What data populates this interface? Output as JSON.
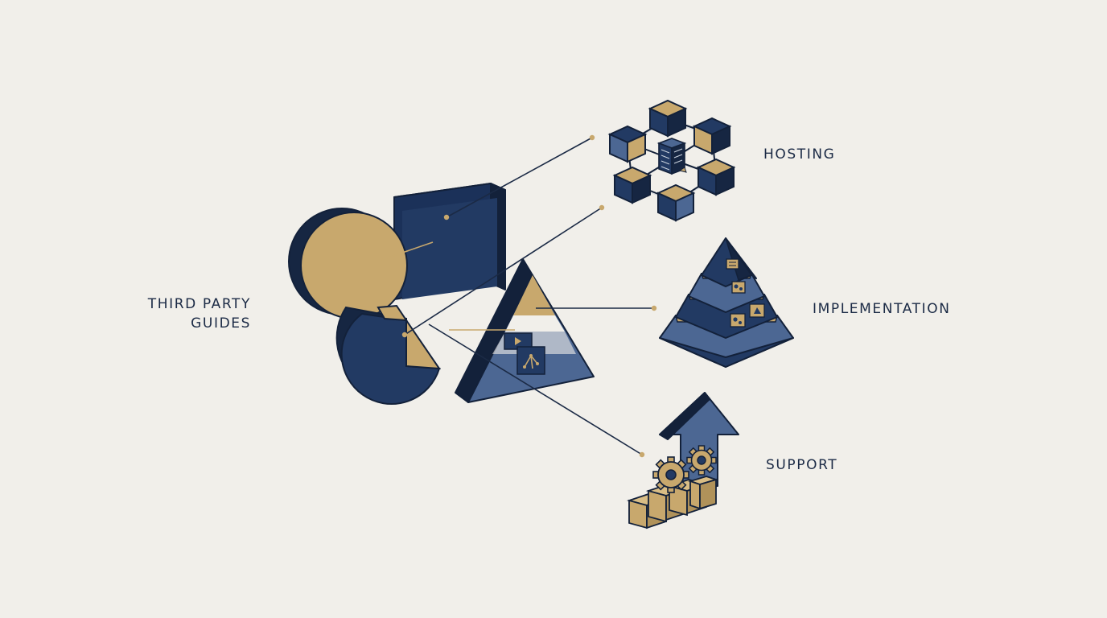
{
  "labels": {
    "third_party": [
      "THIRD PARTY",
      "GUIDES"
    ],
    "hosting": "HOSTING",
    "implementation": "IMPLEMENTATION",
    "support": "SUPPORT"
  },
  "colors": {
    "background": "#f1efea",
    "navy_dark": "#162642",
    "navy": "#223a63",
    "navy_light": "#4c6793",
    "gold": "#c8a86d",
    "outline": "#13213a",
    "leader_dark": "#1b2a45",
    "leader_gold": "#c8a86d"
  },
  "icons": [
    "overlapping-shapes-icon",
    "server-network-icon",
    "layered-pyramid-icon",
    "growth-arrow-gears-icon"
  ]
}
